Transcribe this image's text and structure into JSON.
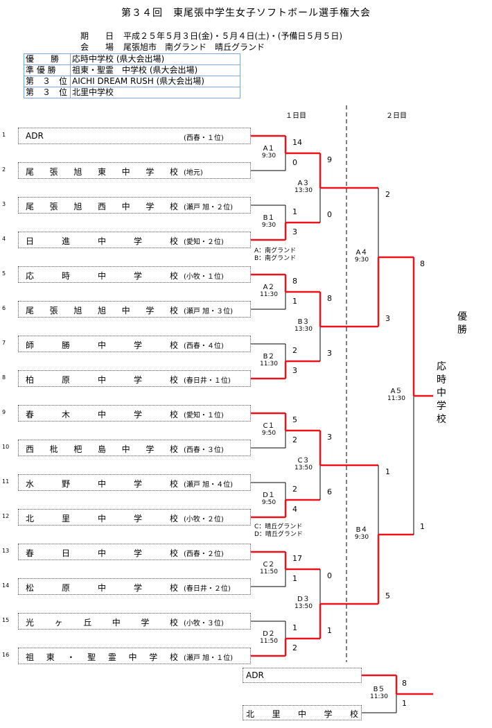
{
  "title": "第３４回　東尾張中学生女子ソフトボール選手権大会",
  "info": {
    "period_label": "期　　日",
    "period_value": "平成２５年５月３日(金)・５月４日(土)・(予備日５月５日)",
    "venue_label": "会　　場",
    "venue_value": "尾張旭市　南グランド　晴丘グランド"
  },
  "results": [
    {
      "rank": "優　　勝",
      "team": "応時中学校 (県大会出場)"
    },
    {
      "rank": "準 優 勝",
      "team": "祖東・聖霊　中学校 (県大会出場)"
    },
    {
      "rank": "第　３　位",
      "team": "AICHI DREAM RUSH (県大会出場)"
    },
    {
      "rank": "第　３　位",
      "team": "北里中学校"
    }
  ],
  "day1": "１日目",
  "day2": "２日目",
  "teams": [
    {
      "seed": "1",
      "name": "ADR",
      "note": "(西春・１位)"
    },
    {
      "seed": "2",
      "name": "尾張旭東中学校",
      "note": "(地元)"
    },
    {
      "seed": "3",
      "name": "尾張旭西中学校",
      "note": "(瀬戸 旭・２位)"
    },
    {
      "seed": "4",
      "name": "日進中学校",
      "note": "(愛知・２位)"
    },
    {
      "seed": "5",
      "name": "応時中学校",
      "note": "(小牧・１位)"
    },
    {
      "seed": "6",
      "name": "尾張旭旭中学校",
      "note": "(瀬戸 旭・３位)"
    },
    {
      "seed": "7",
      "name": "師勝中学校",
      "note": "(西春・４位)"
    },
    {
      "seed": "8",
      "name": "柏原中学校",
      "note": "(春日井・１位)"
    },
    {
      "seed": "9",
      "name": "春木中学校",
      "note": "(愛知・１位)"
    },
    {
      "seed": "10",
      "name": "西枇杷島中学校",
      "note": "(西春・３位)"
    },
    {
      "seed": "11",
      "name": "水野中学校",
      "note": "(瀬戸 旭・４位)"
    },
    {
      "seed": "12",
      "name": "北里中学校",
      "note": "(小牧・２位)"
    },
    {
      "seed": "13",
      "name": "春日中学校",
      "note": "(西春・２位)"
    },
    {
      "seed": "14",
      "name": "松原中学校",
      "note": "(春日井・２位)"
    },
    {
      "seed": "15",
      "name": "光ヶ丘中学校",
      "note": "(小牧・３位)"
    },
    {
      "seed": "16",
      "name": "祖東・聖霊中学校",
      "note": "(瀬戸 旭・１位)"
    }
  ],
  "games": [
    {
      "code": "A１",
      "time": "9:30"
    },
    {
      "code": "B１",
      "time": "9:30"
    },
    {
      "code": "A２",
      "time": "11:30"
    },
    {
      "code": "B２",
      "time": "11:30"
    },
    {
      "code": "C１",
      "time": "9:50"
    },
    {
      "code": "D１",
      "time": "9:50"
    },
    {
      "code": "C２",
      "time": "11:50"
    },
    {
      "code": "D２",
      "time": "11:50"
    },
    {
      "code": "A３",
      "time": "13:30"
    },
    {
      "code": "B３",
      "time": "13:30"
    },
    {
      "code": "C３",
      "time": "13:50"
    },
    {
      "code": "D３",
      "time": "13:50"
    },
    {
      "code": "A４",
      "time": "9:30"
    },
    {
      "code": "B４",
      "time": "9:30"
    },
    {
      "code": "A５",
      "time": "11:30"
    },
    {
      "code": "B５",
      "time": "11:30"
    }
  ],
  "venues": {
    "ab_a": "A：南グランド",
    "ab_b": "B：南グランド",
    "cd_c": "C：晴丘グランド",
    "cd_d": "D：晴丘グランド"
  },
  "scores": [
    "14",
    "0",
    "1",
    "3",
    "8",
    "1",
    "2",
    "3",
    "5",
    "2",
    "2",
    "4",
    "17",
    "1",
    "1",
    "2",
    "9",
    "0",
    "8",
    "3",
    "3",
    "6",
    "0",
    "1",
    "2",
    "3",
    "1",
    "5",
    "8",
    "1",
    "8",
    "1"
  ],
  "winner_label": "優勝",
  "champion": "応時中学校",
  "consolation": {
    "team1": "ADR",
    "team2": "北里中学校"
  },
  "colors": {
    "winner_line": "#e8141a",
    "loser_line": "#000000",
    "table_border": "#7ea6d8"
  }
}
